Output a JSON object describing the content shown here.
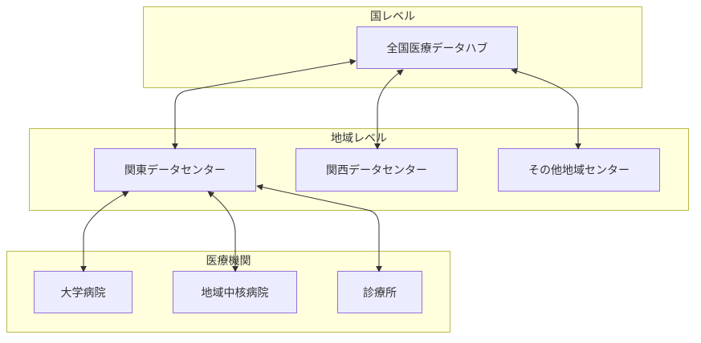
{
  "groups": {
    "national": "国レベル",
    "regional": "地域レベル",
    "institutions": "医療機関"
  },
  "nodes": {
    "hub": "全国医療データハブ",
    "kanto": "関東データセンター",
    "kansai": "関西データセンター",
    "other": "その他地域センター",
    "university": "大学病院",
    "core": "地域中核病院",
    "clinic": "診療所"
  },
  "colors": {
    "group_fill": "#ffffde",
    "group_border": "#b9b94a",
    "node_fill": "#ececff",
    "node_border": "#9370db",
    "edge": "#333333"
  }
}
